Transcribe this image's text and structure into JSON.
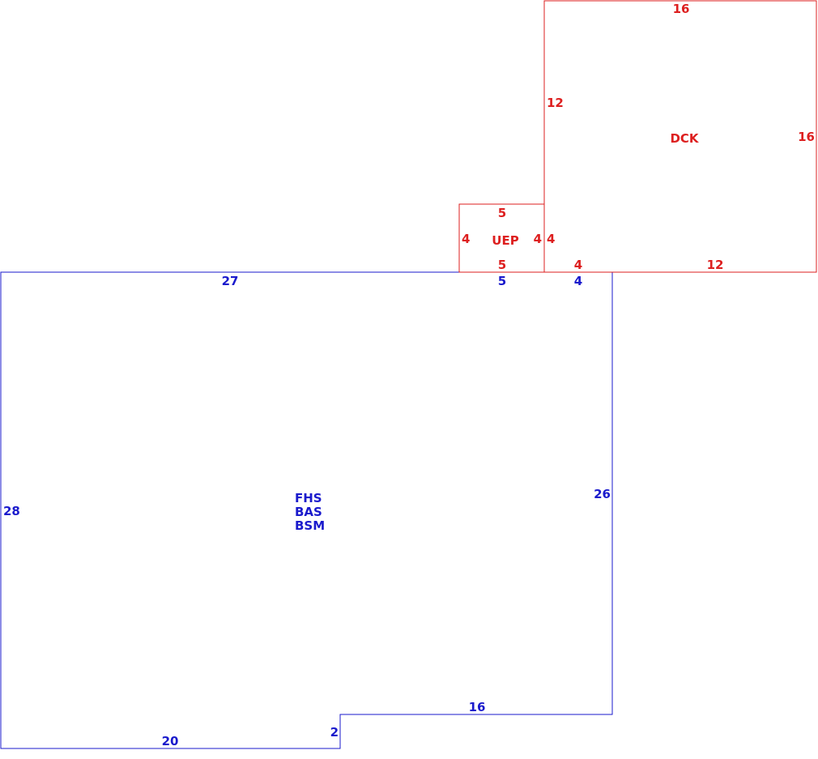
{
  "colors": {
    "main": "#1a1acc",
    "addition": "#dd1f1f"
  },
  "main_area": {
    "labels": [
      "FHS",
      "BAS",
      "BSM"
    ],
    "dims": {
      "top_left": "27",
      "top_mid": "5",
      "top_right": "4",
      "left": "28",
      "right": "26",
      "bottom_right": "16",
      "step": "2",
      "bottom_left": "20"
    }
  },
  "uep": {
    "label": "UEP",
    "dims": {
      "top": "5",
      "left": "4",
      "right": "4",
      "bottom": "5"
    }
  },
  "dck": {
    "label": "DCK",
    "dims": {
      "top": "16",
      "left": "12",
      "right": "16",
      "bottom_left": "4",
      "bottom_right": "12",
      "inner_left": "4"
    }
  }
}
